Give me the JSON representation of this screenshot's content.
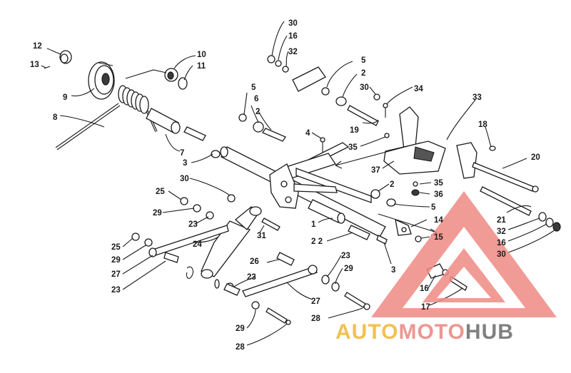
{
  "callouts": [
    {
      "id": "c12a",
      "text": "12"
    },
    {
      "id": "c13",
      "text": "13"
    },
    {
      "id": "c9",
      "text": "9"
    },
    {
      "id": "c8",
      "text": "8"
    },
    {
      "id": "c10",
      "text": "10"
    },
    {
      "id": "c11",
      "text": "11"
    },
    {
      "id": "c7",
      "text": "7"
    },
    {
      "id": "c3a",
      "text": "3"
    },
    {
      "id": "c30a",
      "text": "30"
    },
    {
      "id": "c16a",
      "text": "16"
    },
    {
      "id": "c32a",
      "text": "32"
    },
    {
      "id": "c5a",
      "text": "5"
    },
    {
      "id": "c2a",
      "text": "2"
    },
    {
      "id": "c30b",
      "text": "30"
    },
    {
      "id": "c34",
      "text": "34"
    },
    {
      "id": "c33",
      "text": "33"
    },
    {
      "id": "c5b",
      "text": "5"
    },
    {
      "id": "c6",
      "text": "6"
    },
    {
      "id": "c2b",
      "text": "2"
    },
    {
      "id": "c4",
      "text": "4"
    },
    {
      "id": "c19",
      "text": "19"
    },
    {
      "id": "c35a",
      "text": "35"
    },
    {
      "id": "c18",
      "text": "18"
    },
    {
      "id": "c20",
      "text": "20"
    },
    {
      "id": "c37",
      "text": "37"
    },
    {
      "id": "c2c",
      "text": "2"
    },
    {
      "id": "c35b",
      "text": "35"
    },
    {
      "id": "c36",
      "text": "36"
    },
    {
      "id": "c5c",
      "text": "5"
    },
    {
      "id": "c14",
      "text": "14"
    },
    {
      "id": "c15",
      "text": "15"
    },
    {
      "id": "c1",
      "text": "1"
    },
    {
      "id": "c22",
      "text": "2 2"
    },
    {
      "id": "c30c",
      "text": "30"
    },
    {
      "id": "c25a",
      "text": "25"
    },
    {
      "id": "c29a",
      "text": "29"
    },
    {
      "id": "c23a",
      "text": "23"
    },
    {
      "id": "c31",
      "text": "31"
    },
    {
      "id": "c24",
      "text": "24"
    },
    {
      "id": "c25b",
      "text": "25"
    },
    {
      "id": "c29b",
      "text": "29"
    },
    {
      "id": "c27a",
      "text": "27"
    },
    {
      "id": "c23b",
      "text": "23"
    },
    {
      "id": "c26",
      "text": "26"
    },
    {
      "id": "c23c",
      "text": "23"
    },
    {
      "id": "c23d",
      "text": "23"
    },
    {
      "id": "c29c",
      "text": "29"
    },
    {
      "id": "c3b",
      "text": "3"
    },
    {
      "id": "c27b",
      "text": "27"
    },
    {
      "id": "c28a",
      "text": "28"
    },
    {
      "id": "c29d",
      "text": "29"
    },
    {
      "id": "c28b",
      "text": "28"
    },
    {
      "id": "c16b",
      "text": "16"
    },
    {
      "id": "c17",
      "text": "17"
    },
    {
      "id": "c21",
      "text": "21"
    },
    {
      "id": "c32b",
      "text": "32"
    },
    {
      "id": "c16c",
      "text": "16"
    },
    {
      "id": "c30d",
      "text": "30"
    }
  ],
  "watermark": {
    "part1": "AUTO",
    "part2": "MOTO",
    "part3": "HUB",
    "color1": "#f2b632",
    "color2": "#e8857f",
    "color3": "#6b6b6b",
    "triangle_color": "#ef8a84"
  }
}
